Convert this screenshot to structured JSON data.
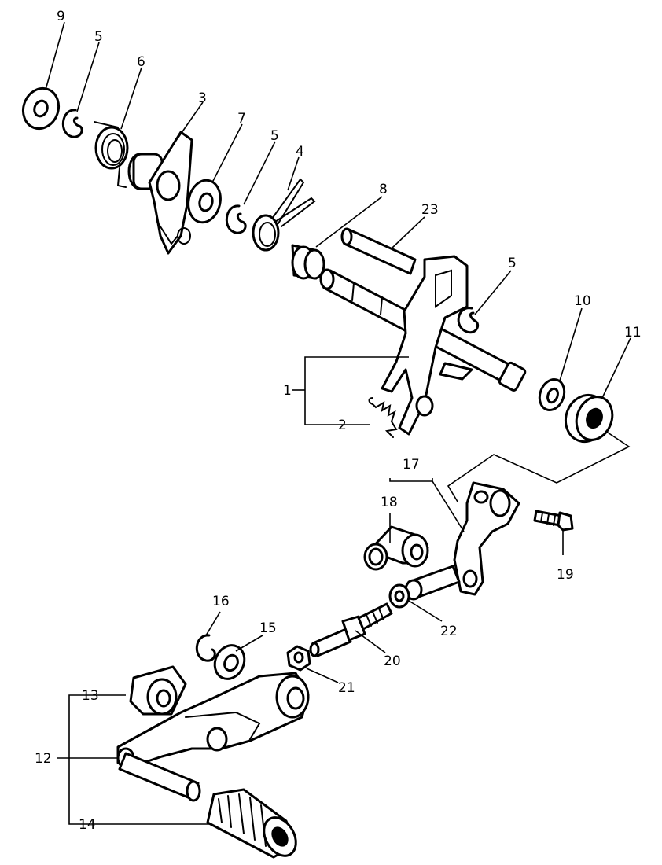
{
  "labels": {
    "l9": "9",
    "l5a": "5",
    "l6": "6",
    "l3": "3",
    "l7": "7",
    "l5b": "5",
    "l4": "4",
    "l8": "8",
    "l23": "23",
    "l5c": "5",
    "l10": "10",
    "l11": "11",
    "l1": "1",
    "l2": "2",
    "l17": "17",
    "l18": "18",
    "l19": "19",
    "l22": "22",
    "l20": "20",
    "l21": "21",
    "l16": "16",
    "l15": "15",
    "l13": "13",
    "l12": "12",
    "l14": "14"
  }
}
